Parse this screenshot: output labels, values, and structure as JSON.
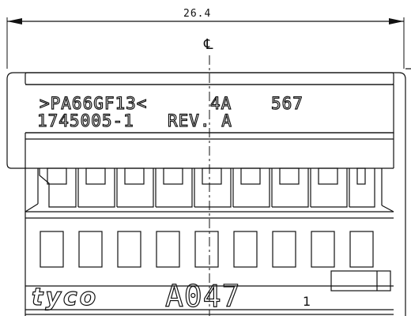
{
  "dimension": {
    "value": "26.4"
  },
  "centerline": {
    "symbol": "℄"
  },
  "marking": {
    "line1": ">PA66GF13<",
    "current": "4A",
    "code": "567",
    "part_number": "1745005-1",
    "revision": "REV. A"
  },
  "brand": {
    "logo_text": "tyco"
  },
  "part_code": "A047",
  "pin_one": "1"
}
